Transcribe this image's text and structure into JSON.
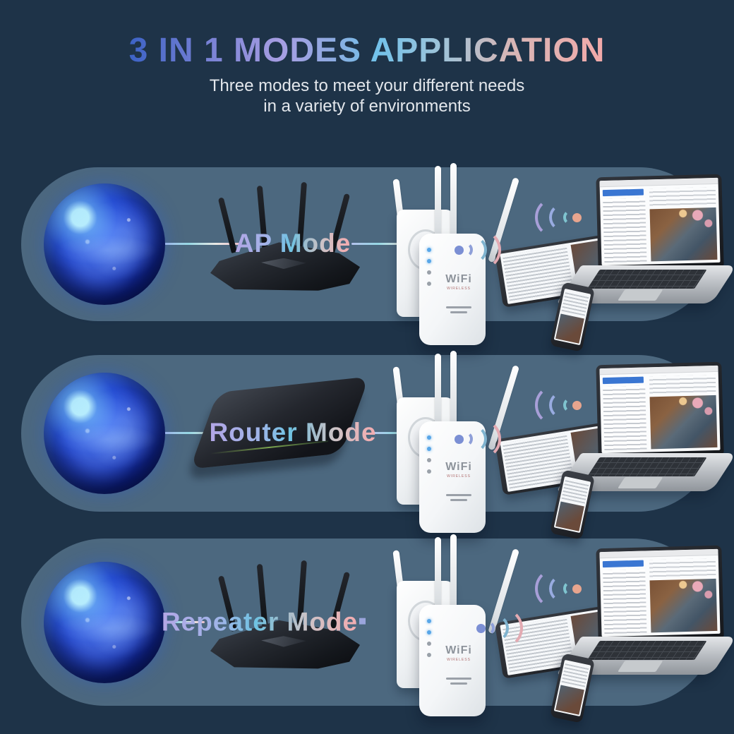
{
  "header": {
    "title": "3 IN 1 MODES APPLICATION",
    "subtitle_line1": "Three modes to meet your different needs",
    "subtitle_line2": "in a variety of environments"
  },
  "panels": [
    {
      "mode_label": "AP Mode"
    },
    {
      "mode_label": "Router Mode"
    },
    {
      "mode_label": "Repeater Mode"
    }
  ],
  "extender": {
    "brand": "WiFi",
    "brand_sub": "WIRELESS"
  },
  "colors": {
    "background": "#1e3348",
    "panel": "#4c687f",
    "title_gradient": [
      "#3d63c6",
      "#a79ee2",
      "#72c2ea",
      "#f2a9a9"
    ],
    "label_gradient": [
      "#b3a6e6",
      "#6fc3e2",
      "#f0aeb2"
    ],
    "signal_lavender": "#8e9fd8",
    "signal_blue": "#7fb3cf",
    "signal_pink": "#e3aab2",
    "signal_peach": "#e8a58e",
    "led_blue": "#58a6e8"
  }
}
